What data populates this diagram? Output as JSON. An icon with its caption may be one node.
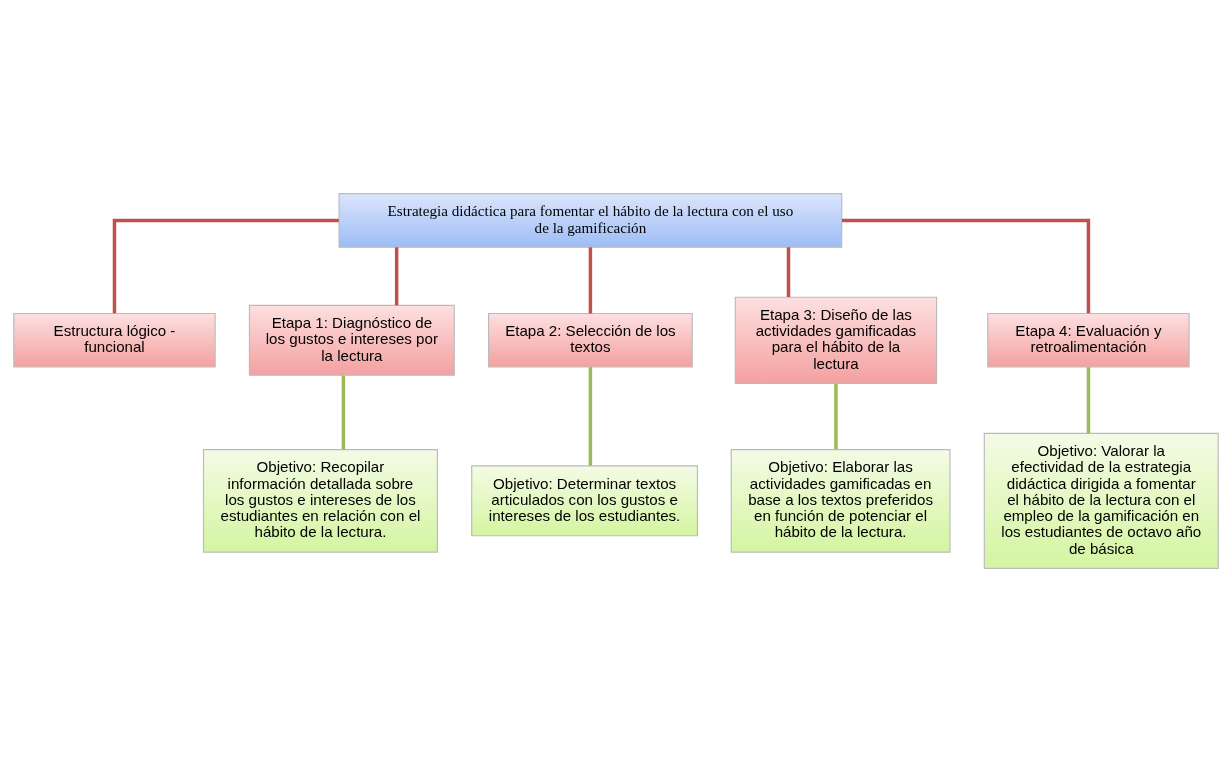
{
  "diagram": {
    "nodes": [
      {
        "text": [
          "Estrategia didáctica para fomentar el hábito de la lectura con el uso de la gamificación"
        ]
      },
      {
        "text": [
          "Estructura lógico - funcional"
        ]
      },
      {
        "text": [
          "Etapa 1: Diagnóstico de los gustos e intereses por la lectura"
        ]
      },
      {
        "text": [
          "Etapa 2: Selección de los textos"
        ]
      },
      {
        "text": [
          "Etapa 3: Diseño de las actividades gamificadas para el hábito de la lectura"
        ]
      },
      {
        "text": [
          "Etapa 4: Evaluación y retroalimentación"
        ]
      },
      {
        "text": [
          "Objetivo: Recopilar información detallada sobre los gustos e intereses de los estudiantes en relación con el hábito de la lectura."
        ]
      },
      {
        "text": [
          "Objetivo: Determinar textos articulados con los gustos e intereses de los estudiantes."
        ]
      },
      {
        "text": [
          "Objetivo: Elaborar las actividades gamificadas en base a los textos preferidos en función de potenciar el hábito de la lectura."
        ]
      },
      {
        "text": [
          "Objetivo: Valorar la efectividad de la estrategia didáctica dirigida a fomentar el hábito de la lectura con el empleo de la gamificación en los estudiantes de octavo año de básica"
        ]
      }
    ],
    "edges": [
      {
        "from": 0,
        "to": 1,
        "arrow": "none"
      },
      {
        "from": 0,
        "to": 2,
        "arrow": "none"
      },
      {
        "from": 0,
        "to": 3,
        "arrow": "none"
      },
      {
        "from": 0,
        "to": 4,
        "arrow": "none"
      },
      {
        "from": 0,
        "to": 5,
        "arrow": "none"
      },
      {
        "from": 2,
        "to": 6,
        "arrow": "none",
        "color": "#9bbb59"
      },
      {
        "from": 3,
        "to": 7,
        "arrow": "none",
        "color": "#9bbb59"
      },
      {
        "from": 4,
        "to": 8,
        "arrow": "none",
        "color": "#9bbb59"
      },
      {
        "from": 5,
        "to": 9,
        "arrow": "none",
        "color": "#9bbb59"
      }
    ]
  }
}
